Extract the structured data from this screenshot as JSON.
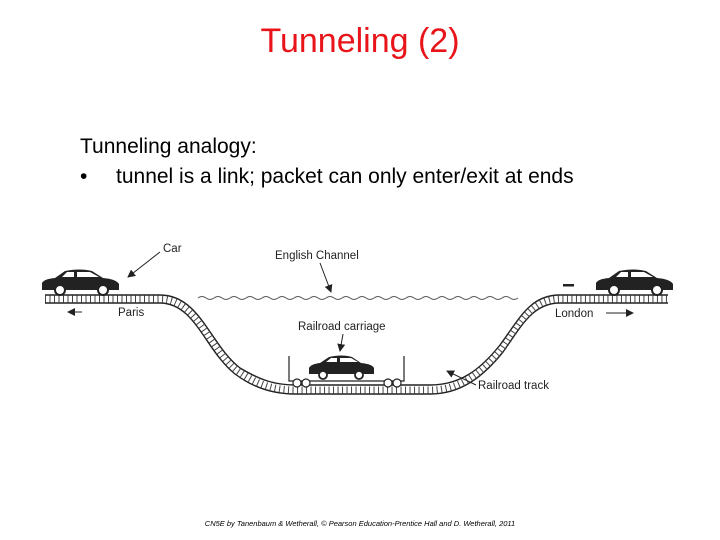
{
  "slide": {
    "title": "Tunneling (2)",
    "intro": "Tunneling analogy:",
    "bullet_marker": "•",
    "bullet": "tunnel is a link; packet can only enter/exit at ends"
  },
  "diagram": {
    "labels": {
      "car": "Car",
      "channel": "English Channel",
      "paris": "Paris",
      "carriage": "Railroad carriage",
      "london": "London",
      "track": "Railroad track"
    }
  },
  "footer": "CN5E by Tanenbaum & Wetherall, © Pearson Education-Prentice Hall and D. Wetherall, 2011"
}
